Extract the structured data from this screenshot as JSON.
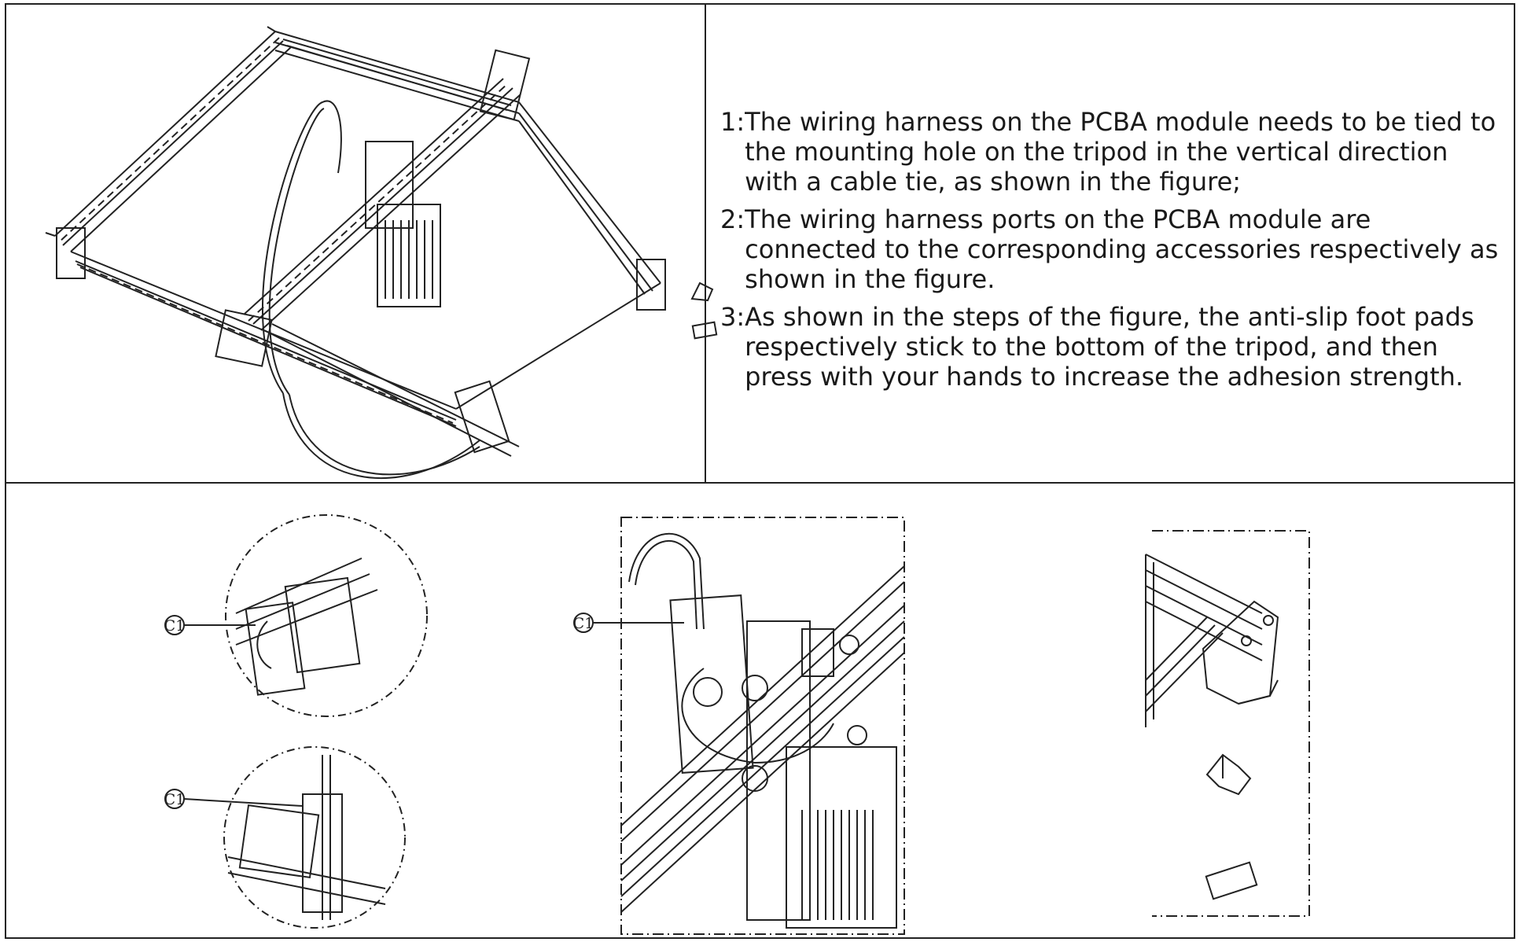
{
  "instructions": [
    {
      "num": "1:",
      "text": "The wiring harness on the PCBA module needs to be tied to the mounting hole on the tripod in the vertical direction with a cable tie, as shown in the figure;"
    },
    {
      "num": "2:",
      "text": "The wiring harness ports on the PCBA module are connected to the corresponding accessories respectively as shown in the figure."
    },
    {
      "num": "3:",
      "text": "As shown in the steps of the figure, the anti-slip foot pads respectively stick to the bottom of the tripod, and then press with your hands to increase the adhesion strength."
    }
  ],
  "callouts": {
    "top_circle": "C1",
    "bottom_circle": "C1",
    "center_detail": "C1"
  },
  "icons": [
    "laser-engraver-frame-icon",
    "cable-tie-detail-icon",
    "laser-module-detail-icon",
    "foot-pad-detail-icon"
  ]
}
